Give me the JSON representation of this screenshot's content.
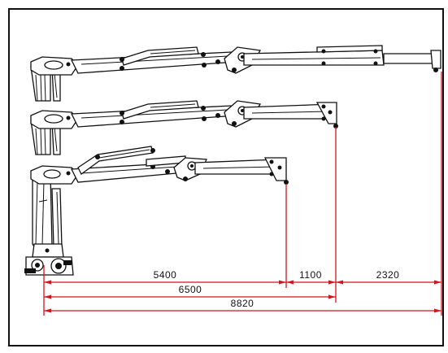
{
  "drawing": {
    "colors": {
      "line": "#111111",
      "dimension": "#d4141c",
      "background": "#ffffff"
    },
    "cranes": [
      {
        "id": "full-extension"
      },
      {
        "id": "mid-extension"
      },
      {
        "id": "retracted"
      }
    ],
    "dimensions": {
      "upper_row": [
        "5400",
        "1100",
        "2320"
      ],
      "middle": "6500",
      "bottom": "8820"
    }
  }
}
